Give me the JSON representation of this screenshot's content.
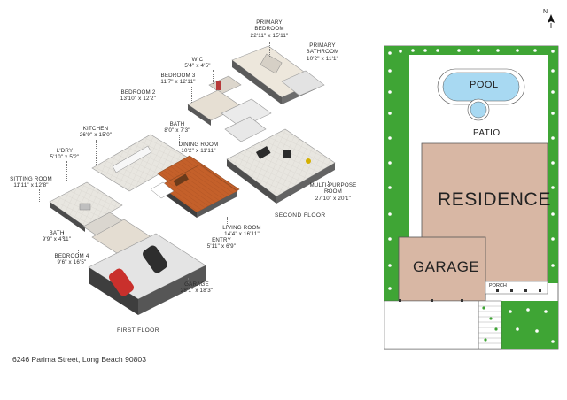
{
  "labels": {
    "primary_bedroom": {
      "name": "PRIMARY\nBEDROOM",
      "dim": "22'11\" x 15'11\""
    },
    "primary_bathroom": {
      "name": "PRIMARY\nBATHROOM",
      "dim": "10'2\" x 11'1\""
    },
    "wic": {
      "name": "WIC",
      "dim": "5'4\" x 4'5\""
    },
    "bedroom3": {
      "name": "BEDROOM 3",
      "dim": "11'7\" x 12'11\""
    },
    "bedroom2": {
      "name": "BEDROOM 2",
      "dim": "13'10\" x 12'2\""
    },
    "bath_upper": {
      "name": "BATH",
      "dim": "8'0\" x 7'3\""
    },
    "kitchen": {
      "name": "KITCHEN",
      "dim": "26'9\" x 15'0\""
    },
    "ldry": {
      "name": "L'DRY",
      "dim": "5'10\" x 5'2\""
    },
    "dining": {
      "name": "DINING ROOM",
      "dim": "10'2\" x 11'11\""
    },
    "sitting": {
      "name": "SITTING ROOM",
      "dim": "11'11\" x 12'8\""
    },
    "multi": {
      "name": "MULTI-PURPOSE\nROOM",
      "dim": "27'10\" x 20'1\""
    },
    "second_floor": {
      "name": "SECOND FLOOR"
    },
    "living": {
      "name": "LIVING ROOM",
      "dim": "14'4\" x 16'11\""
    },
    "bath_lower": {
      "name": "BATH",
      "dim": "9'9\" x 4'11\""
    },
    "entry": {
      "name": "ENTRY",
      "dim": "5'11\" x 6'9\""
    },
    "bedroom4": {
      "name": "BEDROOM 4",
      "dim": "9'6\" x 16'5\""
    },
    "garage": {
      "name": "GARAGE",
      "dim": "28'1\" x 18'3\""
    },
    "first_floor": {
      "name": "FIRST FLOOR"
    }
  },
  "address": "6246 Parima Street, Long Beach 90803",
  "site_plan": {
    "pool": "POOL",
    "patio": "PATIO",
    "residence": "RESIDENCE",
    "garage": "GARAGE",
    "porch": "PORCH",
    "north": "N"
  },
  "colors": {
    "lawn": "#3fa535",
    "building": "#d8b7a4",
    "building_stroke": "#555555",
    "pool": "#a8d9f2",
    "floor_wood": "#c8652b",
    "wall": "#f4f4f4"
  }
}
